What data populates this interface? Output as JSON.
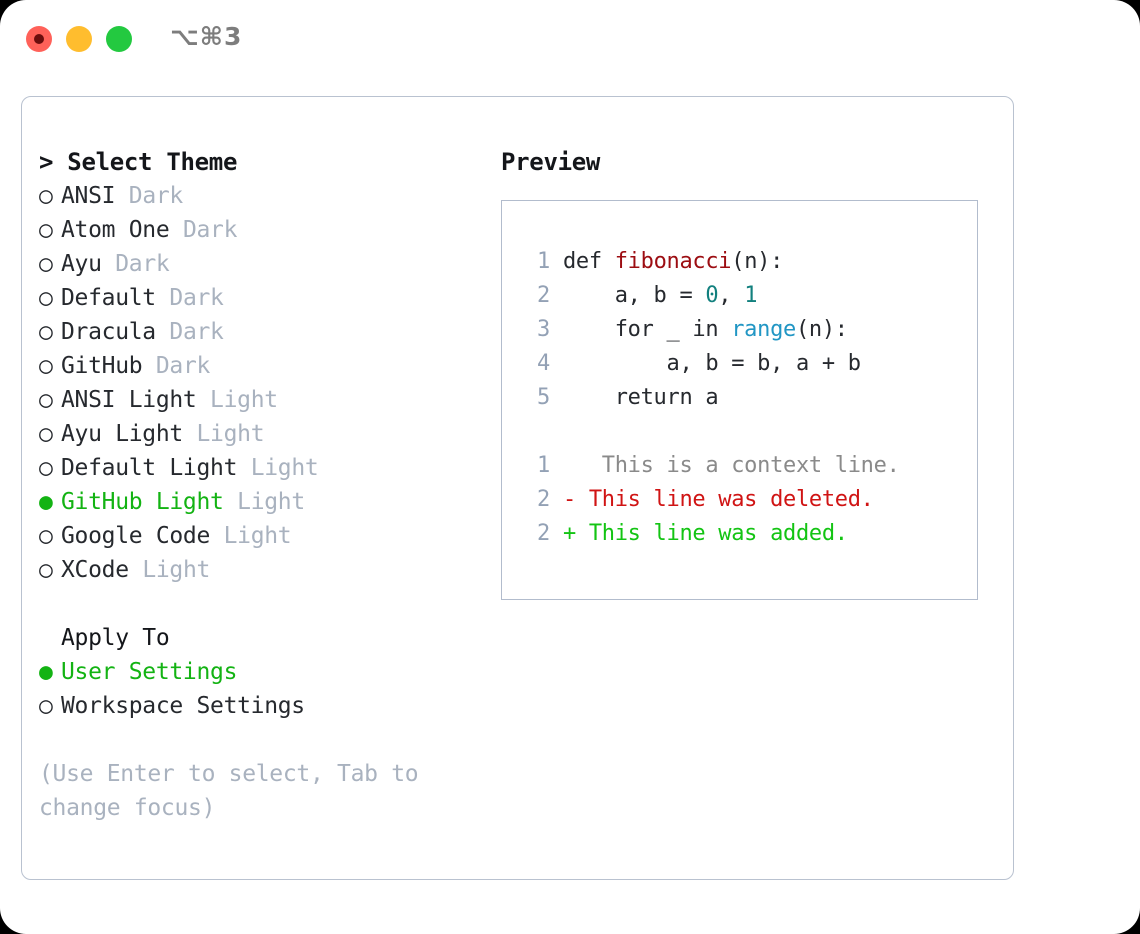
{
  "window": {
    "title": "⌥⌘3",
    "traffic_lights": [
      {
        "name": "close",
        "color": "#ff6159"
      },
      {
        "name": "minimize",
        "color": "#ffbd2e"
      },
      {
        "name": "maximize",
        "color": "#23c940"
      }
    ]
  },
  "theme_panel": {
    "header": "> Select Theme",
    "items": [
      {
        "bullet": "○",
        "name": "ANSI",
        "variant": "Dark",
        "selected": false
      },
      {
        "bullet": "○",
        "name": "Atom One",
        "variant": "Dark",
        "selected": false
      },
      {
        "bullet": "○",
        "name": "Ayu",
        "variant": "Dark",
        "selected": false
      },
      {
        "bullet": "○",
        "name": "Default",
        "variant": "Dark",
        "selected": false
      },
      {
        "bullet": "○",
        "name": "Dracula",
        "variant": "Dark",
        "selected": false
      },
      {
        "bullet": "○",
        "name": "GitHub",
        "variant": "Dark",
        "selected": false
      },
      {
        "bullet": "○",
        "name": "ANSI Light",
        "variant": "Light",
        "selected": false
      },
      {
        "bullet": "○",
        "name": "Ayu Light",
        "variant": "Light",
        "selected": false
      },
      {
        "bullet": "○",
        "name": "Default Light",
        "variant": "Light",
        "selected": false
      },
      {
        "bullet": "●",
        "name": "GitHub Light",
        "variant": "Light",
        "selected": true
      },
      {
        "bullet": "○",
        "name": "Google Code",
        "variant": "Light",
        "selected": false
      },
      {
        "bullet": "○",
        "name": "XCode",
        "variant": "Light",
        "selected": false
      }
    ]
  },
  "apply_to": {
    "header": "Apply To",
    "options": [
      {
        "bullet": "●",
        "label": "User Settings",
        "selected": true
      },
      {
        "bullet": "○",
        "label": "Workspace Settings",
        "selected": false
      }
    ]
  },
  "hint": "(Use Enter to select, Tab to change focus)",
  "preview": {
    "title": "Preview",
    "code_lines": [
      {
        "num": "1",
        "tokens": [
          {
            "text": " def ",
            "kind": "plain"
          },
          {
            "text": "fibonacci",
            "kind": "fn"
          },
          {
            "text": "(n):",
            "kind": "plain"
          }
        ]
      },
      {
        "num": "2",
        "tokens": [
          {
            "text": "     a, b = ",
            "kind": "plain"
          },
          {
            "text": "0",
            "kind": "num"
          },
          {
            "text": ", ",
            "kind": "plain"
          },
          {
            "text": "1",
            "kind": "num"
          }
        ]
      },
      {
        "num": "3",
        "tokens": [
          {
            "text": "     for _ in ",
            "kind": "plain"
          },
          {
            "text": "range",
            "kind": "builtin"
          },
          {
            "text": "(n):",
            "kind": "plain"
          }
        ]
      },
      {
        "num": "4",
        "tokens": [
          {
            "text": "         a, b = b, a + b",
            "kind": "plain"
          }
        ]
      },
      {
        "num": "5",
        "tokens": [
          {
            "text": "     return a",
            "kind": "plain"
          }
        ]
      }
    ],
    "diff_lines": [
      {
        "num": "1",
        "marker": " ",
        "text": "  This is a context line.",
        "kind": "ctx"
      },
      {
        "num": "2",
        "marker": "-",
        "text": " This line was deleted.",
        "kind": "del"
      },
      {
        "num": "2",
        "marker": "+",
        "text": " This line was added.",
        "kind": "add"
      }
    ]
  },
  "colors": {
    "selected_green": "#13b313",
    "variant_gray": "#a9b2bf",
    "line_number": "#93a1b5",
    "fn_red": "#9c0d12",
    "num_teal": "#12807e",
    "builtin_blue": "#2196c4",
    "diff_add": "#13c413",
    "diff_del": "#d01414",
    "panel_border": "#b9c2d0"
  }
}
